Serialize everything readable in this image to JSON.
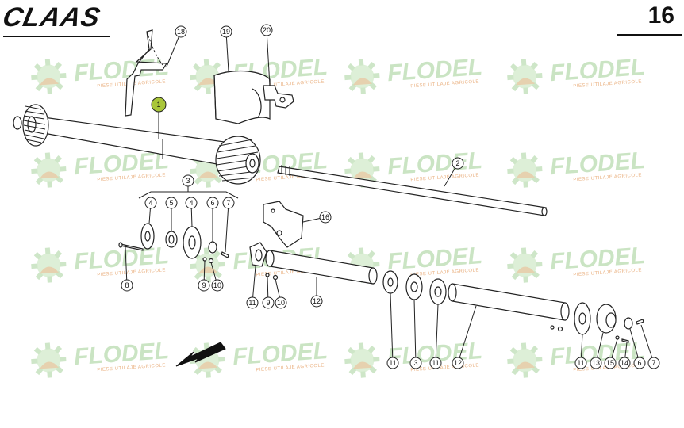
{
  "brand": "CLAAS",
  "page_number": "16",
  "watermark": {
    "text": "FLODEL",
    "subtext": "PIESE UTILAJE AGRICOLE"
  },
  "callouts": [
    {
      "label": "1",
      "highlighted": true
    },
    {
      "label": "2"
    },
    {
      "label": "3"
    },
    {
      "label": "3"
    },
    {
      "label": "4"
    },
    {
      "label": "4"
    },
    {
      "label": "5"
    },
    {
      "label": "6"
    },
    {
      "label": "6"
    },
    {
      "label": "7"
    },
    {
      "label": "7"
    },
    {
      "label": "8"
    },
    {
      "label": "9"
    },
    {
      "label": "9"
    },
    {
      "label": "10"
    },
    {
      "label": "10"
    },
    {
      "label": "11"
    },
    {
      "label": "11"
    },
    {
      "label": "11"
    },
    {
      "label": "11"
    },
    {
      "label": "12"
    },
    {
      "label": "12"
    },
    {
      "label": "13"
    },
    {
      "label": "14"
    },
    {
      "label": "15"
    },
    {
      "label": "16"
    },
    {
      "label": "18"
    },
    {
      "label": "19"
    },
    {
      "label": "20"
    }
  ],
  "colors": {
    "highlight": "#a9c63a",
    "watermark_green": "#b9dcb0",
    "watermark_orange": "#e6a36a",
    "line": "#222222"
  }
}
